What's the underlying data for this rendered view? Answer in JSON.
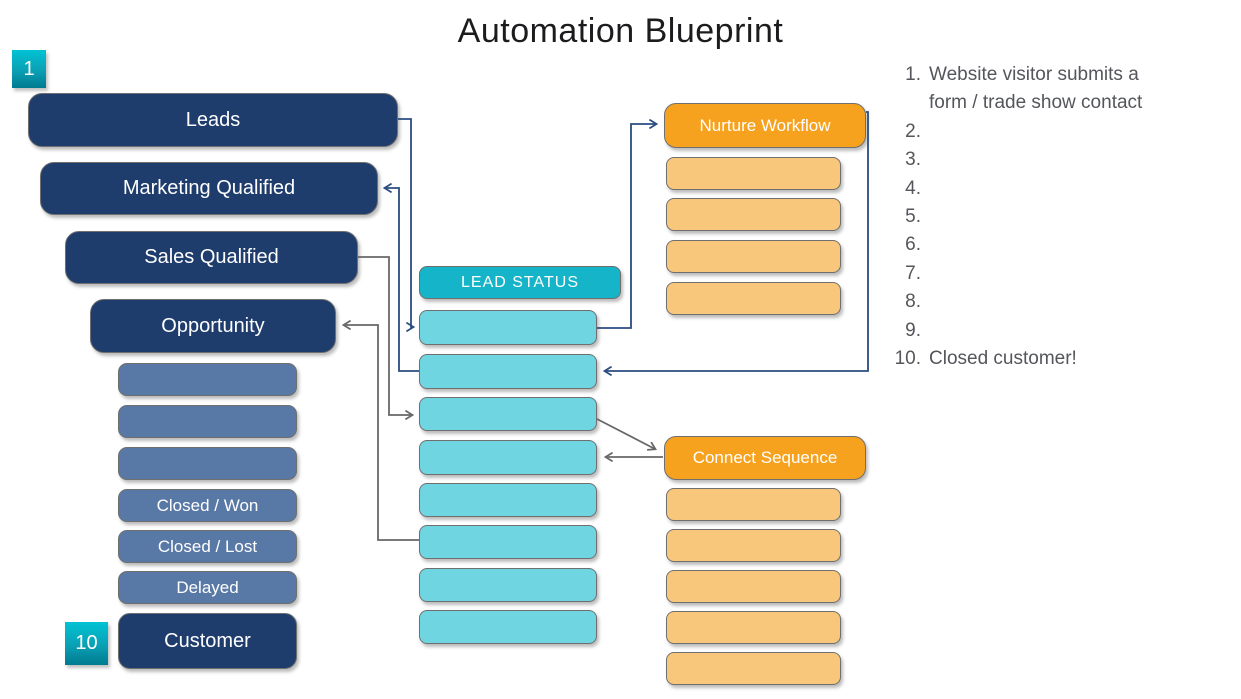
{
  "title": "Automation Blueprint",
  "funnel": {
    "start_badge": "1",
    "end_badge": "10",
    "stages": [
      {
        "label": "Leads"
      },
      {
        "label": "Marketing Qualified"
      },
      {
        "label": "Sales Qualified"
      },
      {
        "label": "Opportunity"
      },
      {
        "label": ""
      },
      {
        "label": ""
      },
      {
        "label": ""
      },
      {
        "label": "Closed / Won"
      },
      {
        "label": "Closed / Lost"
      },
      {
        "label": "Delayed"
      },
      {
        "label": "Customer"
      }
    ]
  },
  "lead_status": {
    "header": "LEAD STATUS",
    "slot_count": 8
  },
  "nurture_workflow": {
    "header": "Nurture Workflow",
    "slot_count": 4
  },
  "connect_sequence": {
    "header": "Connect Sequence",
    "slot_count": 5
  },
  "notes": {
    "items": [
      {
        "number": "1.",
        "text": "Website visitor submits a form / trade show contact"
      },
      {
        "number": "2.",
        "text": ""
      },
      {
        "number": "3.",
        "text": ""
      },
      {
        "number": "4.",
        "text": ""
      },
      {
        "number": "5.",
        "text": ""
      },
      {
        "number": "6.",
        "text": ""
      },
      {
        "number": "7.",
        "text": ""
      },
      {
        "number": "8.",
        "text": ""
      },
      {
        "number": "9.",
        "text": ""
      },
      {
        "number": "10.",
        "text": "Closed customer!"
      }
    ]
  },
  "colors": {
    "navy_stage": "#1e3c6c",
    "slate_row": "#5878a6",
    "teal_header": "#15b4c8",
    "cyan_slot": "#6fd6e1",
    "orange_header": "#f6a21e",
    "orange_slot": "#f9c77c",
    "badge_gradient_top": "#00c3d4",
    "badge_gradient_bottom": "#007b90",
    "connector_blue": "#2b4d80",
    "connector_gray": "#686868",
    "title_text": "#1c1c1e",
    "notes_text": "#54565b"
  }
}
